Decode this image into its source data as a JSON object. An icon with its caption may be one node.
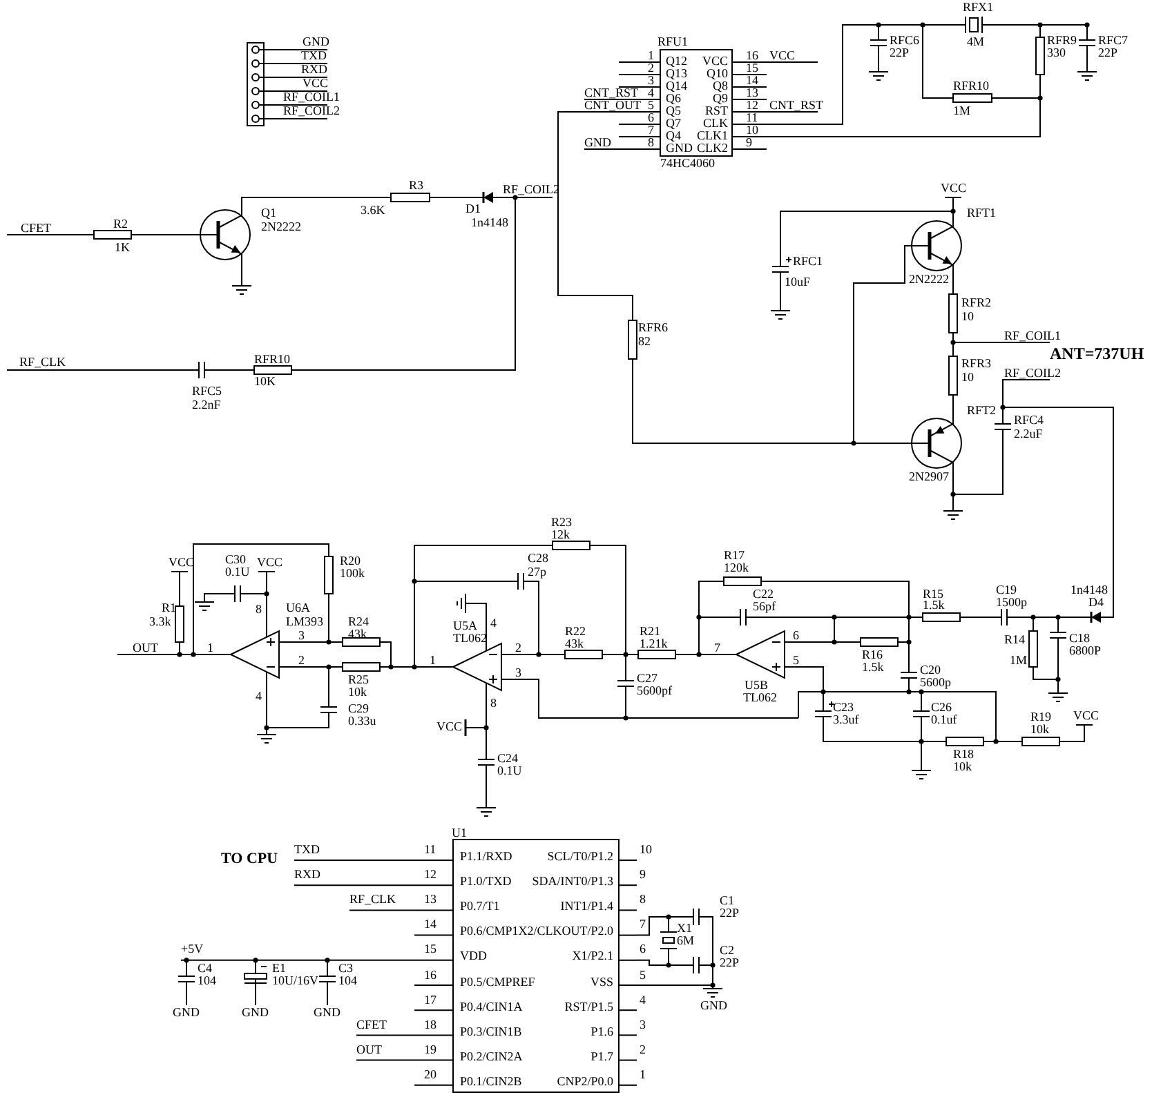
{
  "diagram": {
    "labels": [
      "GND",
      "TXD",
      "RXD",
      "VCC",
      "RF_COIL1",
      "RF_COIL2",
      "RFX1",
      "RFC6",
      "4M",
      "RFR9",
      "RFC7",
      "22P",
      "330",
      "22P",
      "RFR10",
      "1M",
      "RFU1",
      "1",
      "Q12",
      "VCC",
      "16",
      "VCC",
      "2",
      "Q13",
      "Q10",
      "15",
      "3",
      "Q14",
      "Q8",
      "14",
      "CNT_RST",
      "4",
      "Q6",
      "Q9",
      "13",
      "CNT_OUT",
      "5",
      "Q5",
      "RST",
      "12",
      "CNT_RST",
      "6",
      "Q7",
      "CLK",
      "11",
      "7",
      "Q4",
      "CLK1",
      "10",
      "GND",
      "8",
      "GND",
      "CLK2",
      "9",
      "74HC4060",
      "R3",
      "RF_COIL2",
      "Q1",
      "3.6K",
      "D1",
      "CFET",
      "R2",
      "2N2222",
      "1n4148",
      "1K",
      "RF_CLK",
      "RFR10",
      "10K",
      "RFC5",
      "2.2nF",
      "VCC",
      "RFT1",
      "RFC1",
      "10uF",
      "2N2222",
      "RFR6",
      "82",
      "RFR2",
      "10",
      "RF_COIL1",
      "ANT=737UH",
      "RFR3",
      "10",
      "RF_COIL2",
      "RFT2",
      "RFC4",
      "2.2uF",
      "2N2907",
      "R23",
      "12k",
      "R17",
      "120k",
      "VCC",
      "C30",
      "0.1U",
      "VCC",
      "R20",
      "100k",
      "C28",
      "27p",
      "C22",
      "56pf",
      "R15",
      "1.5k",
      "C19",
      "1500p",
      "1n4148",
      "D4",
      "R1",
      "8",
      "U6A",
      "3.3k",
      "LM393",
      "R24",
      "3",
      "43k",
      "R22",
      "43k",
      "R21",
      "1.21k",
      "R16",
      "1.5k",
      "U5A",
      "TL062",
      "4",
      "6",
      "OUT",
      "1",
      "2",
      "1",
      "2",
      "3",
      "7",
      "5",
      "R14",
      "1M",
      "C18",
      "6800P",
      "R25",
      "10k",
      "C27",
      "5600pf",
      "U5B",
      "TL062",
      "C20",
      "5600p",
      "4",
      "C29",
      "0.33u",
      "C23",
      "3.3uf",
      "C26",
      "0.1uf",
      "8",
      "VCC",
      "R19",
      "10k",
      "VCC",
      "R18",
      "10k",
      "C24",
      "0.1U",
      "U1",
      "TXD",
      "TO CPU",
      "11",
      "P1.1/RXD",
      "SCL/T0/P1.2",
      "10",
      "RXD",
      "12",
      "P1.0/TXD",
      "SDA/INT0/P1.3",
      "9",
      "RF_CLK",
      "13",
      "P0.7/T1",
      "INT1/P1.4",
      "8",
      "C1",
      "22P",
      "14",
      "P0.6/CMP1",
      "X2/CLKOUT/P2.0",
      "7",
      "X1",
      "6M",
      "+5V",
      "15",
      "VDD",
      "X1/P2.1",
      "6",
      "C2",
      "22P",
      "C4",
      "E1",
      "C3",
      "104",
      "10U/16V",
      "104",
      "16",
      "P0.5/CMPREF",
      "VSS",
      "5",
      "17",
      "P0.4/CIN1A",
      "RST/P1.5",
      "4",
      "GND",
      "GND",
      "GND",
      "GND",
      "CFET",
      "18",
      "P0.3/CIN1B",
      "P1.6",
      "3",
      "OUT",
      "19",
      "P0.2/CIN2A",
      "P1.7",
      "2",
      "20",
      "P0.1/CIN2B",
      "CNP2/P0.0",
      "1"
    ]
  }
}
